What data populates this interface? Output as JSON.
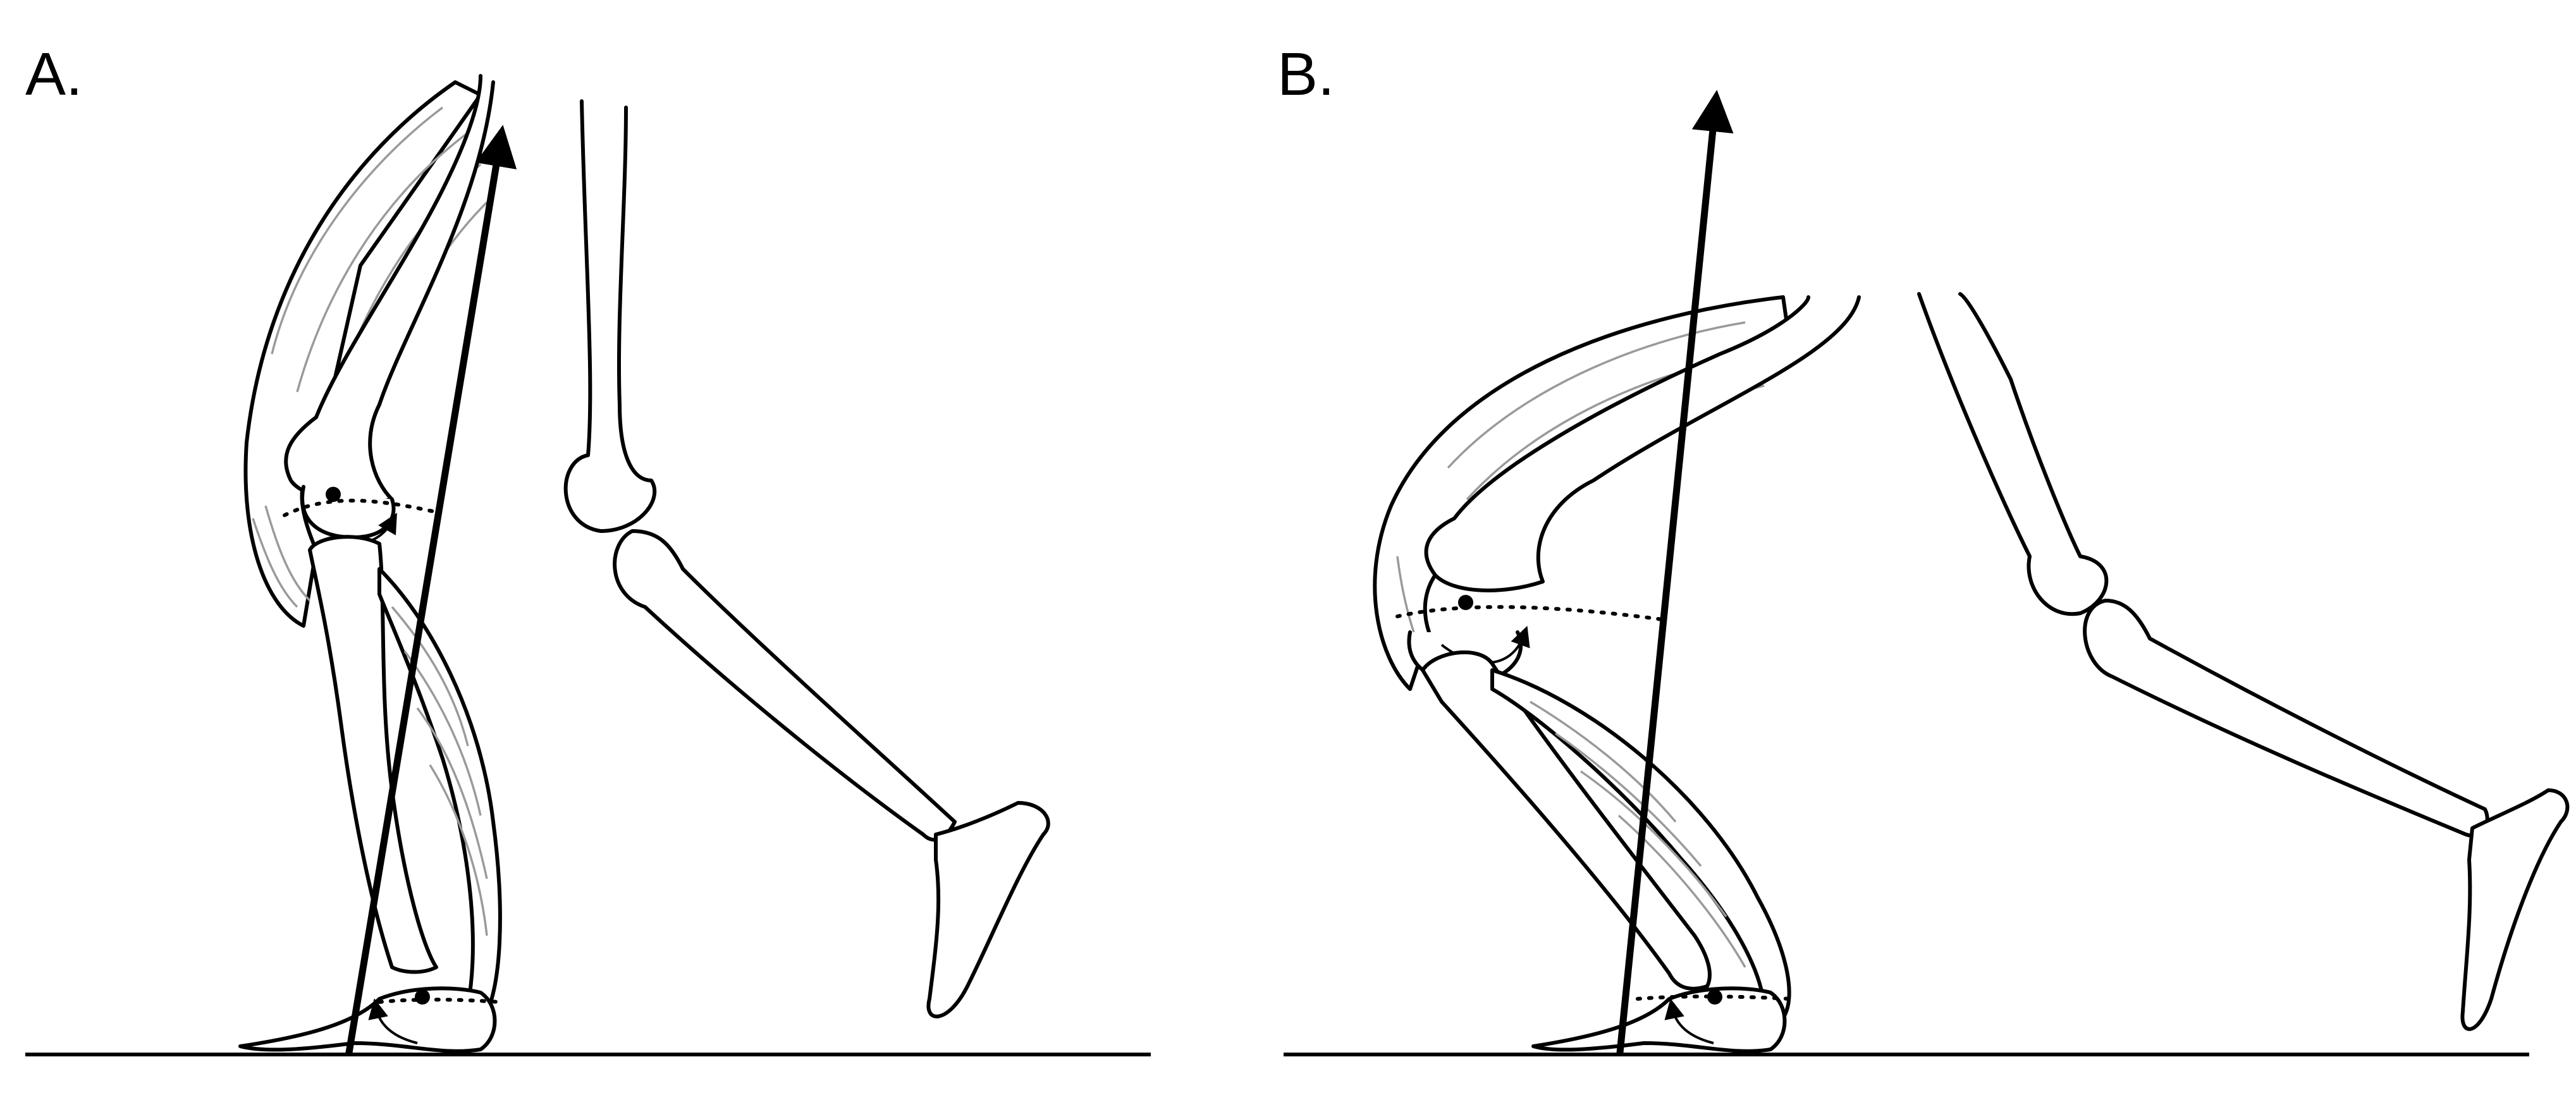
{
  "panels": [
    {
      "id": "A",
      "label": "A."
    },
    {
      "id": "B",
      "label": "B."
    }
  ],
  "colors": {
    "line": "#000000",
    "muscle_fibers": "#9a9a9a",
    "background": "#ffffff"
  }
}
